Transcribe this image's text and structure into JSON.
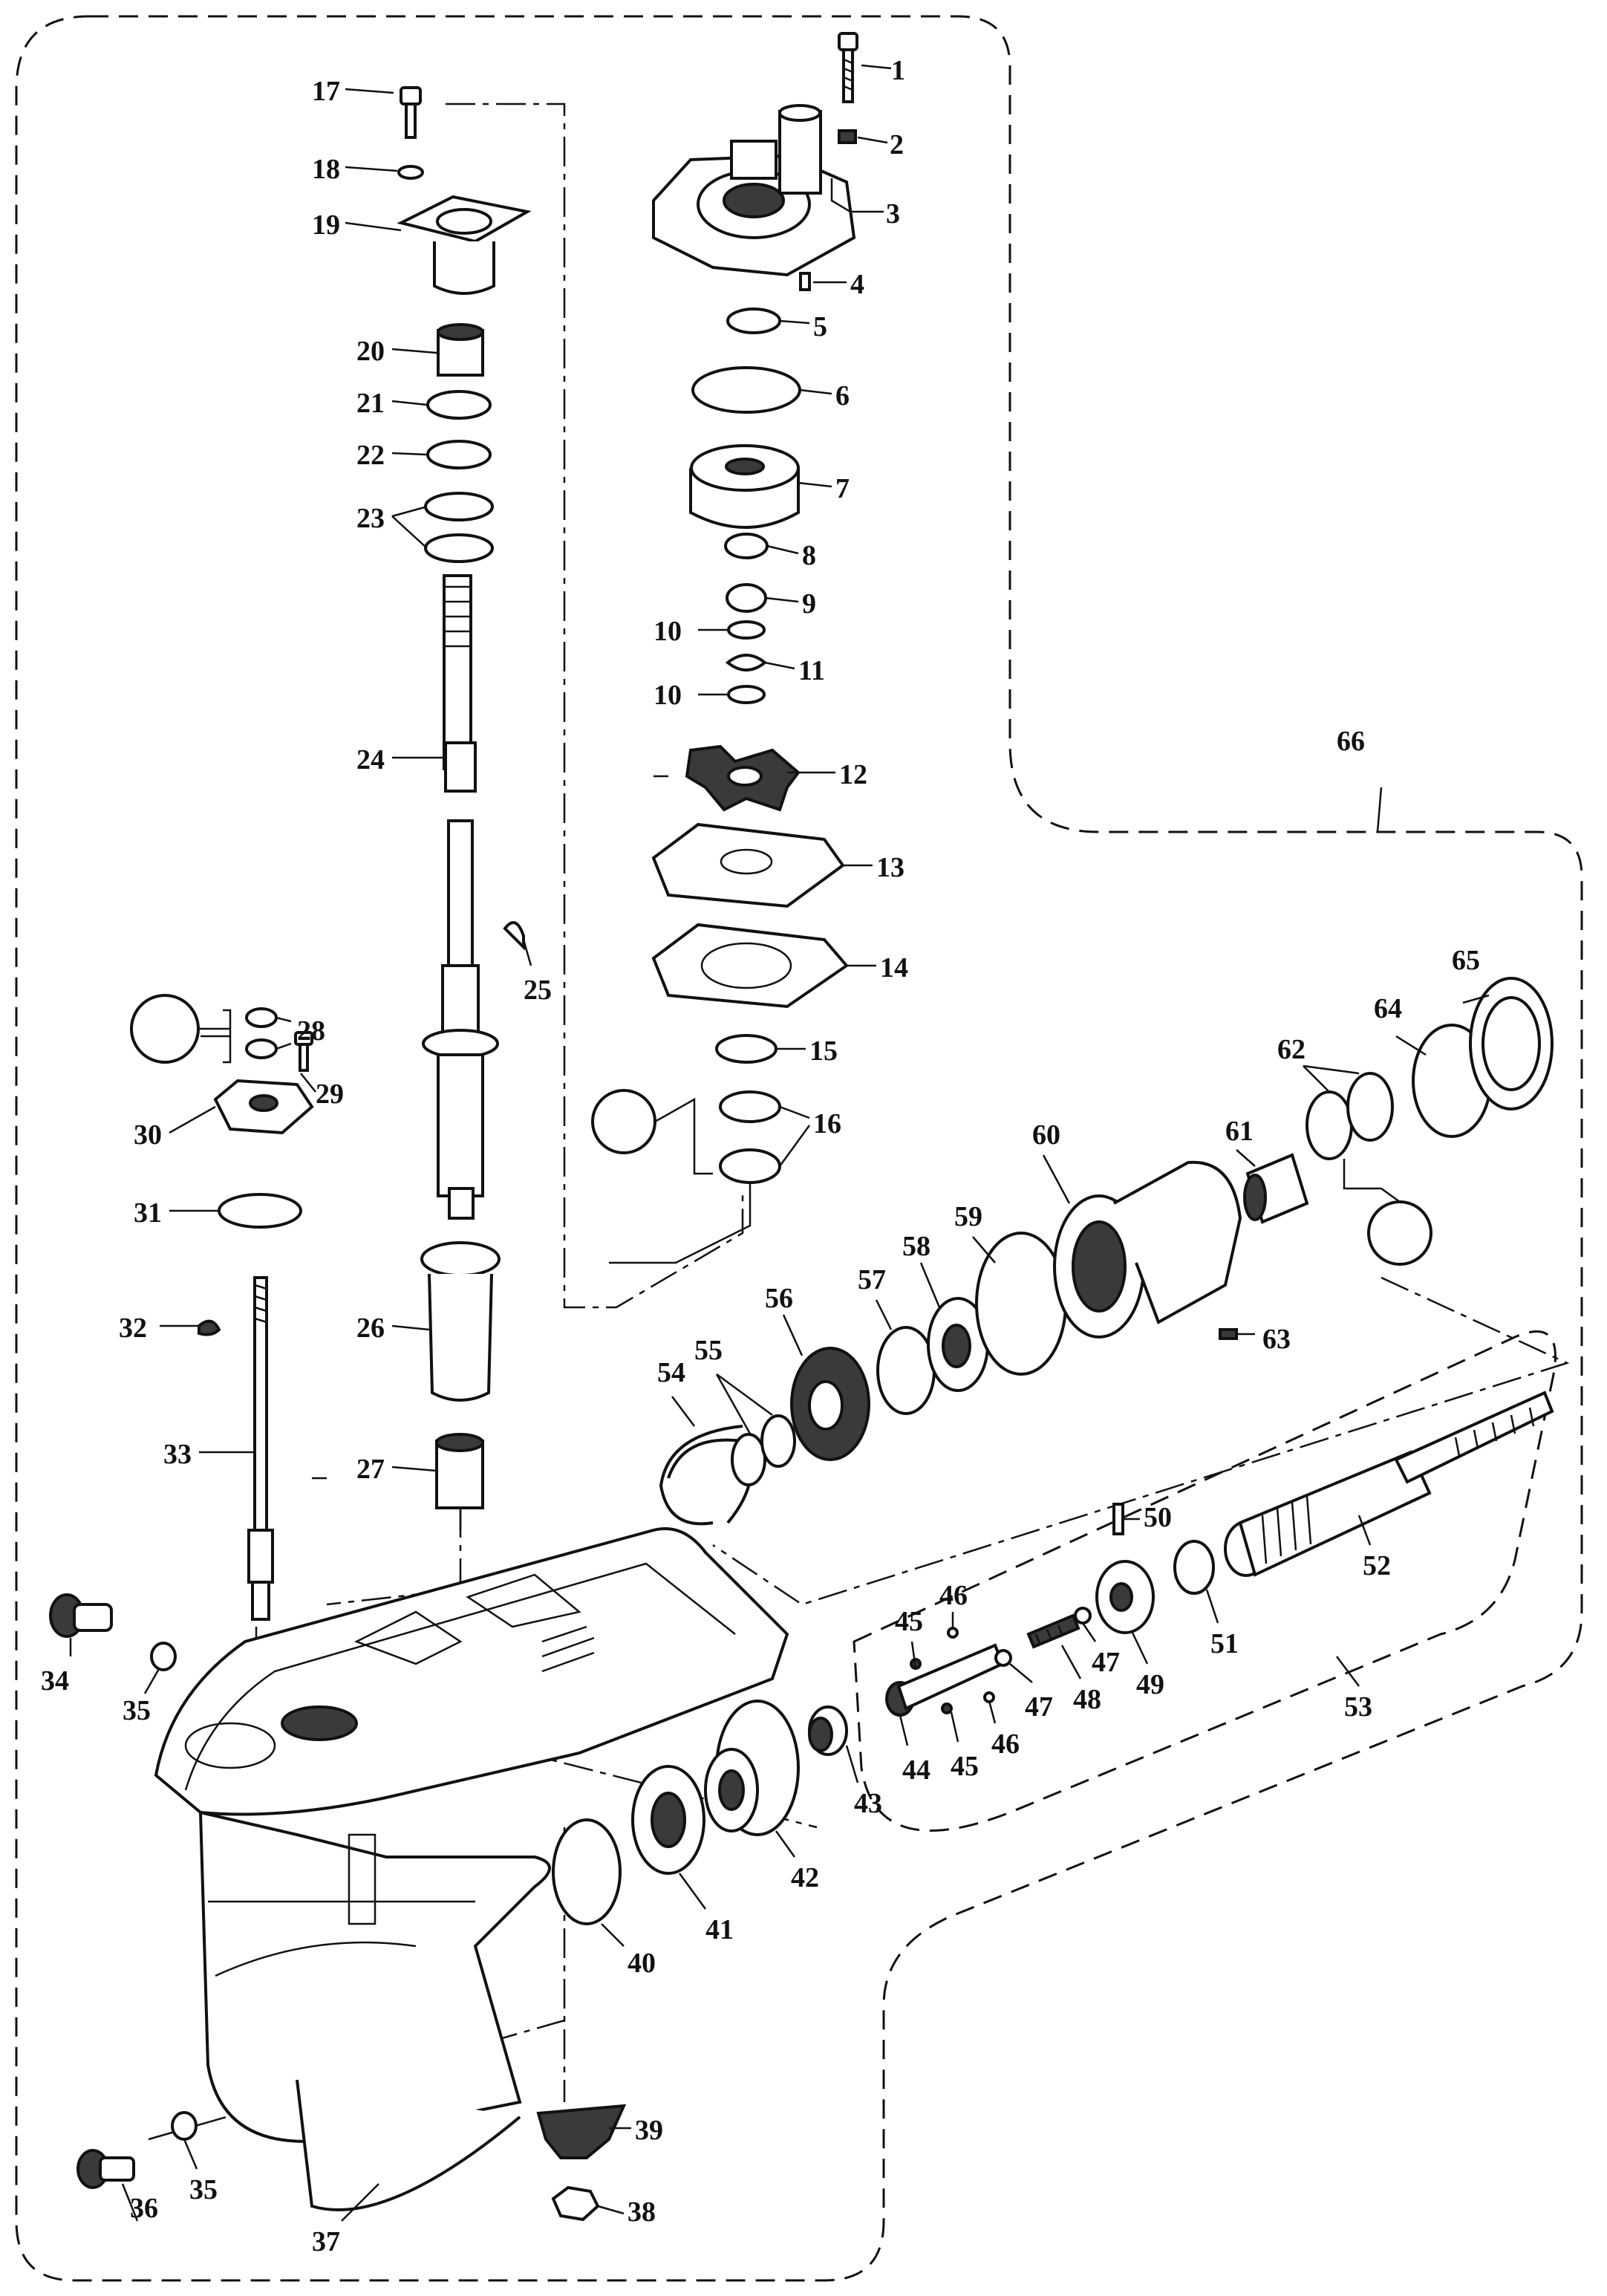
{
  "diagram": {
    "type": "exploded-parts-diagram",
    "callouts": [
      {
        "id": "1",
        "text": "1"
      },
      {
        "id": "2",
        "text": "2"
      },
      {
        "id": "3",
        "text": "3"
      },
      {
        "id": "4",
        "text": "4"
      },
      {
        "id": "5",
        "text": "5"
      },
      {
        "id": "6",
        "text": "6"
      },
      {
        "id": "7",
        "text": "7"
      },
      {
        "id": "8",
        "text": "8"
      },
      {
        "id": "9",
        "text": "9"
      },
      {
        "id": "10a",
        "text": "10"
      },
      {
        "id": "11",
        "text": "11"
      },
      {
        "id": "10b",
        "text": "10"
      },
      {
        "id": "12",
        "text": "12"
      },
      {
        "id": "13",
        "text": "13"
      },
      {
        "id": "14",
        "text": "14"
      },
      {
        "id": "15",
        "text": "15"
      },
      {
        "id": "16",
        "text": "16"
      },
      {
        "id": "17",
        "text": "17"
      },
      {
        "id": "18",
        "text": "18"
      },
      {
        "id": "19",
        "text": "19"
      },
      {
        "id": "20",
        "text": "20"
      },
      {
        "id": "21",
        "text": "21"
      },
      {
        "id": "22",
        "text": "22"
      },
      {
        "id": "23",
        "text": "23"
      },
      {
        "id": "24",
        "text": "24"
      },
      {
        "id": "25",
        "text": "25"
      },
      {
        "id": "26",
        "text": "26"
      },
      {
        "id": "27",
        "text": "27"
      },
      {
        "id": "28",
        "text": "28"
      },
      {
        "id": "29",
        "text": "29"
      },
      {
        "id": "30",
        "text": "30"
      },
      {
        "id": "31",
        "text": "31"
      },
      {
        "id": "32",
        "text": "32"
      },
      {
        "id": "33",
        "text": "33"
      },
      {
        "id": "34",
        "text": "34"
      },
      {
        "id": "35a",
        "text": "35"
      },
      {
        "id": "35b",
        "text": "35"
      },
      {
        "id": "36",
        "text": "36"
      },
      {
        "id": "37",
        "text": "37"
      },
      {
        "id": "38",
        "text": "38"
      },
      {
        "id": "39",
        "text": "39"
      },
      {
        "id": "40",
        "text": "40"
      },
      {
        "id": "41",
        "text": "41"
      },
      {
        "id": "42",
        "text": "42"
      },
      {
        "id": "43",
        "text": "43"
      },
      {
        "id": "44",
        "text": "44"
      },
      {
        "id": "45a",
        "text": "45"
      },
      {
        "id": "45b",
        "text": "45"
      },
      {
        "id": "46a",
        "text": "46"
      },
      {
        "id": "46b",
        "text": "46"
      },
      {
        "id": "47a",
        "text": "47"
      },
      {
        "id": "47b",
        "text": "47"
      },
      {
        "id": "48",
        "text": "48"
      },
      {
        "id": "49",
        "text": "49"
      },
      {
        "id": "50",
        "text": "50"
      },
      {
        "id": "51",
        "text": "51"
      },
      {
        "id": "52",
        "text": "52"
      },
      {
        "id": "53",
        "text": "53"
      },
      {
        "id": "54",
        "text": "54"
      },
      {
        "id": "55",
        "text": "55"
      },
      {
        "id": "56",
        "text": "56"
      },
      {
        "id": "57",
        "text": "57"
      },
      {
        "id": "58",
        "text": "58"
      },
      {
        "id": "59",
        "text": "59"
      },
      {
        "id": "60",
        "text": "60"
      },
      {
        "id": "61",
        "text": "61"
      },
      {
        "id": "62",
        "text": "62"
      },
      {
        "id": "63",
        "text": "63"
      },
      {
        "id": "64",
        "text": "64"
      },
      {
        "id": "65",
        "text": "65"
      },
      {
        "id": "66",
        "text": "66"
      }
    ],
    "colors": {
      "ink": "#111111",
      "background": "#ffffff"
    }
  }
}
